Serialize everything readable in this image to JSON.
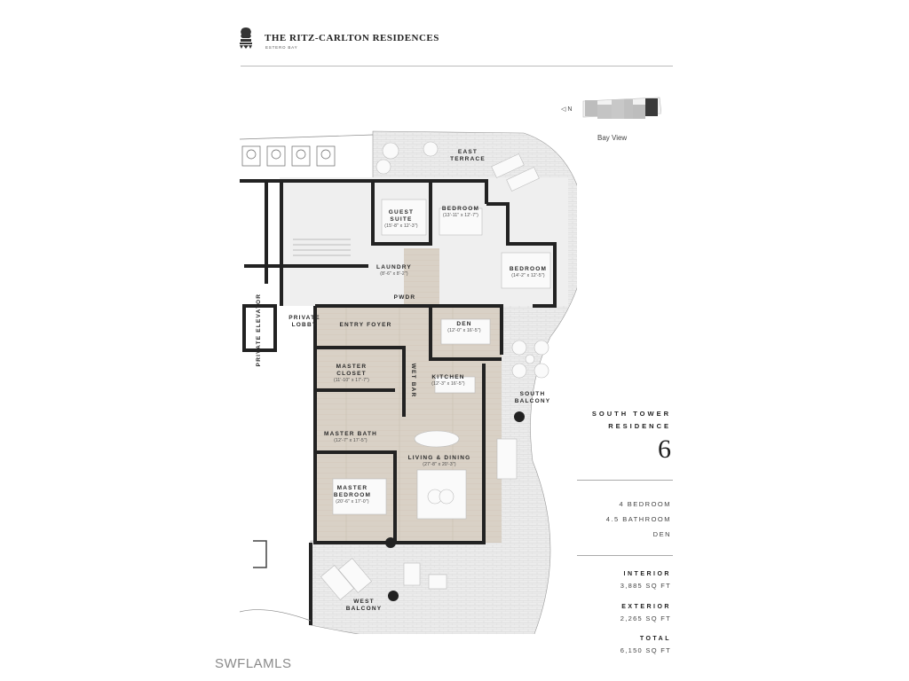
{
  "header": {
    "brand_title": "THE RITZ-CARLTON RESIDENCES",
    "brand_subtitle": "ESTERO BAY",
    "logo_icon": "lion-crown-logo-icon"
  },
  "key_plan": {
    "north_label": "N",
    "caption": "Bay View",
    "highlight_color": "#3a3a3a"
  },
  "floorplan": {
    "rooms": [
      {
        "name": "EAST\nTERRACE",
        "label": "EAST",
        "label2": "TERRACE",
        "dims": ""
      },
      {
        "label": "GUEST",
        "label2": "SUITE",
        "dims": "(15'-8\" x 12'-3\")"
      },
      {
        "label": "BEDROOM",
        "label2": "",
        "dims": "(13'-11\" x 12'-7\")"
      },
      {
        "label": "BEDROOM",
        "label2": "",
        "dims": "(14'-2\" x 12'-5\")"
      },
      {
        "label": "LAUNDRY",
        "label2": "",
        "dims": "(8'-6\" x 8'-2\")"
      },
      {
        "label": "PWDR",
        "label2": "",
        "dims": ""
      },
      {
        "label": "PRIVATE",
        "label2": "LOBBY",
        "dims": ""
      },
      {
        "label": "PRIVATE ELEVATOR",
        "label2": "",
        "dims": ""
      },
      {
        "label": "ENTRY FOYER",
        "label2": "",
        "dims": ""
      },
      {
        "label": "DEN",
        "label2": "",
        "dims": "(12'-0\" x 16'-5\")"
      },
      {
        "label": "MASTER",
        "label2": "CLOSET",
        "dims": "(11'-10\" x 17'-7\")"
      },
      {
        "label": "WET BAR",
        "label2": "",
        "dims": ""
      },
      {
        "label": "KITCHEN",
        "label2": "",
        "dims": "(12'-3\" x 16'-5\")"
      },
      {
        "label": "SOUTH",
        "label2": "BALCONY",
        "dims": ""
      },
      {
        "label": "MASTER BATH",
        "label2": "",
        "dims": "(12'-7\" x 17'-5\")"
      },
      {
        "label": "LIVING & DINING",
        "label2": "",
        "dims": "(27'-8\" x 20'-3\")"
      },
      {
        "label": "MASTER",
        "label2": "BEDROOM",
        "dims": "(20'-6\" x 17'-0\")"
      },
      {
        "label": "WEST",
        "label2": "BALCONY",
        "dims": ""
      }
    ]
  },
  "residence": {
    "tower_line1": "SOUTH TOWER",
    "tower_line2": "RESIDENCE",
    "number": "6",
    "features": [
      "4 BEDROOM",
      "4.5 BATHROOM",
      "DEN"
    ],
    "areas": [
      {
        "label": "INTERIOR",
        "value": "3,885 SQ FT"
      },
      {
        "label": "EXTERIOR",
        "value": "2,265 SQ FT"
      },
      {
        "label": "TOTAL",
        "value": "6,150 SQ FT"
      }
    ]
  },
  "watermark": "SWFLAMLS"
}
